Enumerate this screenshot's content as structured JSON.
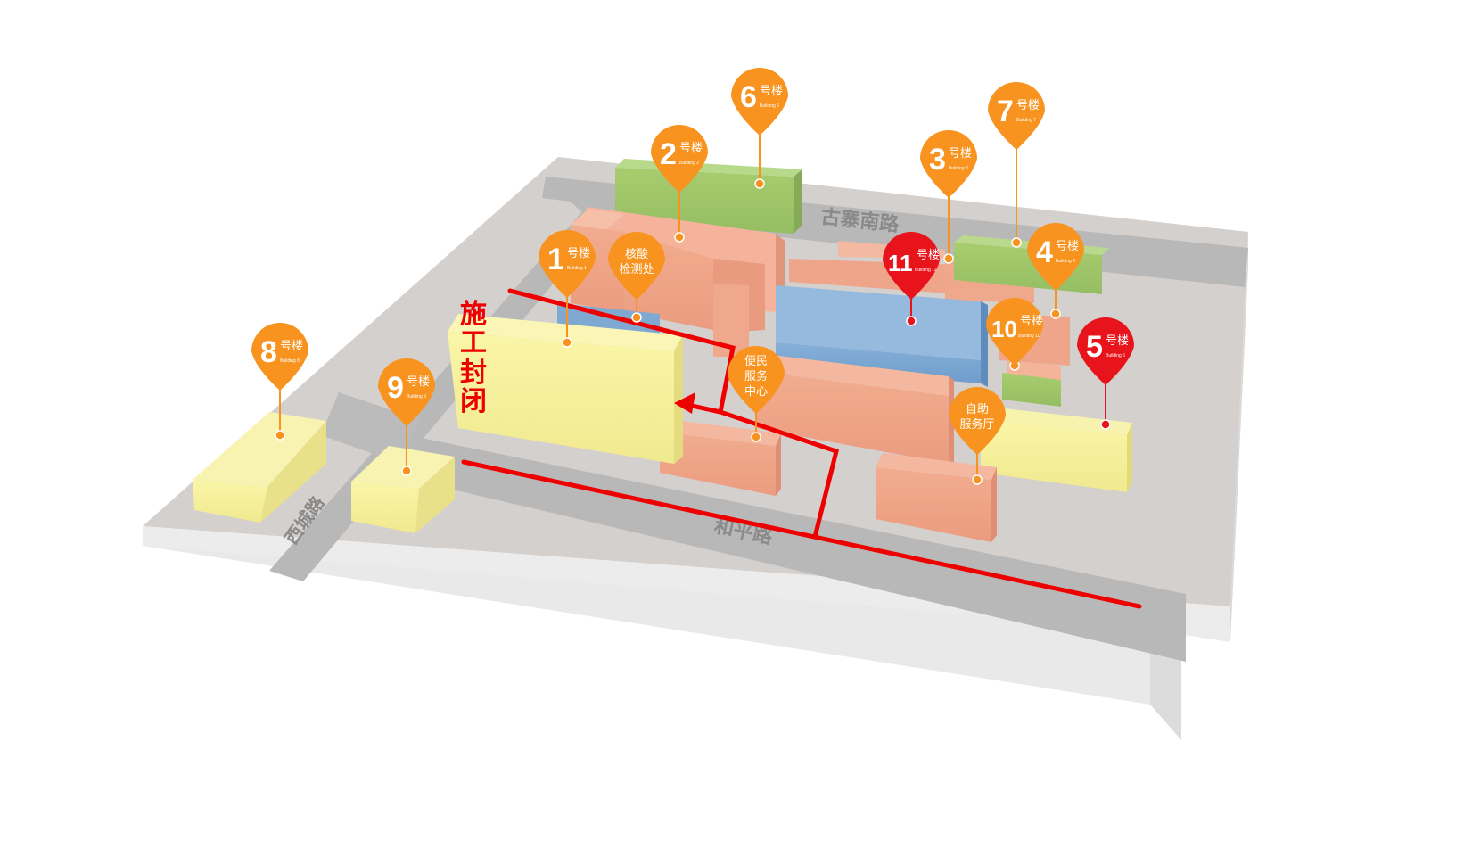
{
  "roads": {
    "north": "古寨南路",
    "south": "和平路",
    "west": "西城路"
  },
  "closure_label": [
    "施",
    "工",
    "封",
    "闭"
  ],
  "pins": [
    {
      "id": "b1",
      "num": "1",
      "cn": "号楼",
      "en": "Building 1",
      "color": "#f7931e"
    },
    {
      "id": "b2",
      "num": "2",
      "cn": "号楼",
      "en": "Building 2",
      "color": "#f7931e"
    },
    {
      "id": "b3",
      "num": "3",
      "cn": "号楼",
      "en": "Building 3",
      "color": "#f7931e"
    },
    {
      "id": "b4",
      "num": "4",
      "cn": "号楼",
      "en": "Building 4",
      "color": "#f7931e"
    },
    {
      "id": "b5",
      "num": "5",
      "cn": "号楼",
      "en": "Building 5",
      "color": "#e8141b"
    },
    {
      "id": "b6",
      "num": "6",
      "cn": "号楼",
      "en": "Building 6",
      "color": "#f7931e"
    },
    {
      "id": "b7",
      "num": "7",
      "cn": "号楼",
      "en": "Building 7",
      "color": "#f7931e"
    },
    {
      "id": "b8",
      "num": "8",
      "cn": "号楼",
      "en": "Building 8",
      "color": "#f7931e"
    },
    {
      "id": "b9",
      "num": "9",
      "cn": "号楼",
      "en": "Building 9",
      "color": "#f7931e"
    },
    {
      "id": "b10",
      "num": "10",
      "cn": "号楼",
      "en": "Building 10",
      "color": "#f7931e"
    },
    {
      "id": "b11",
      "num": "11",
      "cn": "号楼",
      "en": "Building 11",
      "color": "#e8141b"
    }
  ],
  "service_pins": [
    {
      "id": "nucleic",
      "lines": [
        "核酸",
        "检测处"
      ],
      "color": "#f7931e"
    },
    {
      "id": "citizen",
      "lines": [
        "便民",
        "服务",
        "中心"
      ],
      "color": "#f7931e"
    },
    {
      "id": "selfservice",
      "lines": [
        "自助",
        "服务厅"
      ],
      "color": "#f7931e"
    }
  ],
  "colors": {
    "ground_top": "#d5d1cf",
    "ground_side": "#e6e6e6",
    "road": "#b5b5b5",
    "green": "#a7ca73",
    "salmon": "#efa58a",
    "yellow": "#f3ee9c",
    "blue": "#7fa9d1",
    "route": "#ee0000"
  }
}
